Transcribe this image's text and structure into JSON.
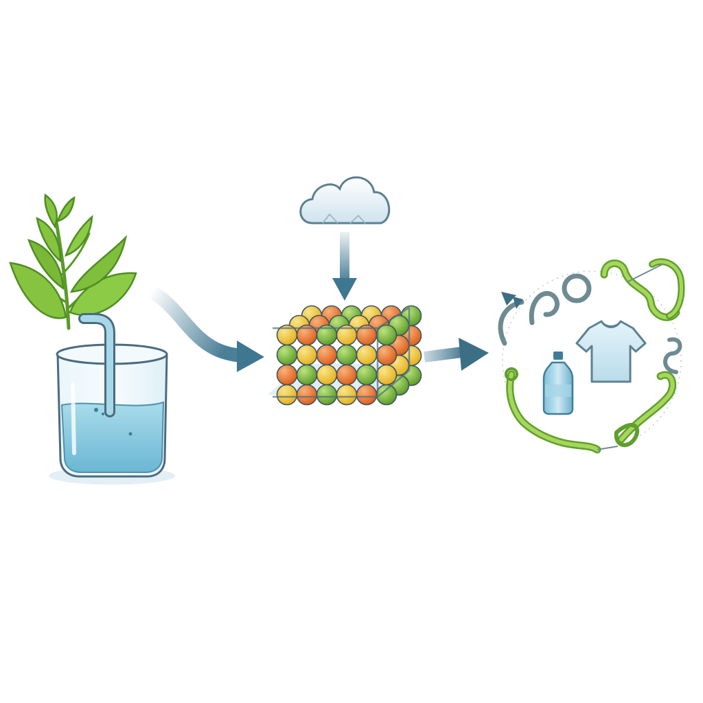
{
  "diagram": {
    "steps": [
      {
        "id": "plant-feedstock",
        "icon": "plant-in-beaker-icon"
      },
      {
        "id": "porous-material",
        "icon": "sphere-block-icon"
      },
      {
        "id": "circular-products",
        "icon": "recycling-loop-icon"
      }
    ],
    "connectors": [
      {
        "from": "plant-feedstock",
        "to": "porous-material"
      },
      {
        "from": "cloud",
        "to": "porous-material"
      },
      {
        "from": "porous-material",
        "to": "circular-products"
      }
    ],
    "input_icon": "cloud-icon",
    "products": [
      "t-shirt-icon",
      "bottle-icon"
    ],
    "colors": {
      "water": "#8fcde0",
      "glass_outline": "#4b6b7d",
      "leaf": "#7cbf3a",
      "arrow": "#4a7f97",
      "orange": "#e8742a",
      "yellow": "#f0c22e",
      "green": "#7cbb3c",
      "loop_green": "#8cc63f",
      "loop_gray": "#6e8a92"
    }
  }
}
